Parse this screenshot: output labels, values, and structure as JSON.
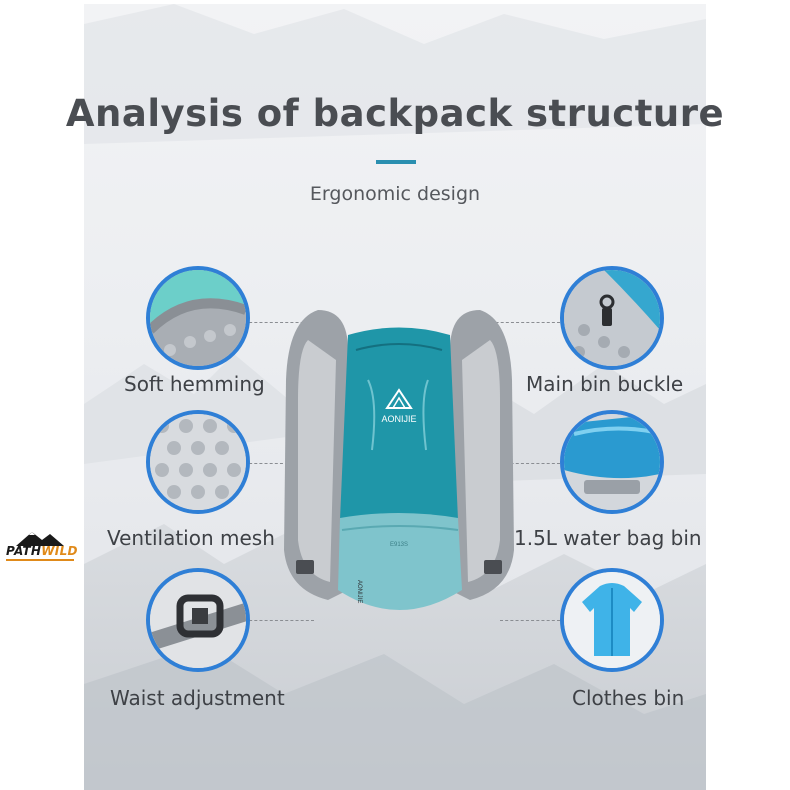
{
  "title": "Analysis of backpack structure",
  "subtitle": "Ergonomic design",
  "accent_color": "#2a8fb0",
  "circle_border_color": "#2f7fd6",
  "features": {
    "soft_hemming": {
      "label": "Soft hemming"
    },
    "ventilation_mesh": {
      "label": "Ventilation mesh"
    },
    "waist_adjustment": {
      "label": "Waist adjustment"
    },
    "main_bin_buckle": {
      "label": "Main bin buckle"
    },
    "water_bag_bin": {
      "label": "1.5L water bag bin"
    },
    "clothes_bin": {
      "label": "Clothes bin"
    }
  },
  "backpack": {
    "brand": "AONIJIE",
    "pocket_text": "E913S",
    "side_text": "AONIJIE",
    "color": "#1f96a8"
  },
  "watermark": {
    "part1": "PATH",
    "part2": "WILD"
  }
}
